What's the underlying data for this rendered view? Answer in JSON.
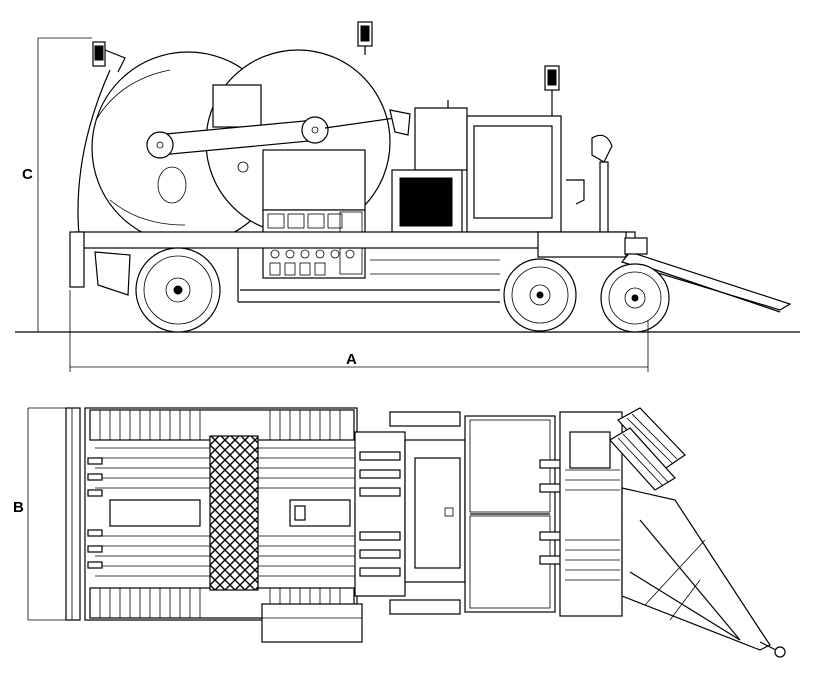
{
  "dimensions": {
    "length_label": "A",
    "width_label": "B",
    "height_label": "C"
  },
  "icons": {
    "side_view": "trailer-side-view-drawing",
    "top_view": "trailer-top-view-drawing"
  }
}
